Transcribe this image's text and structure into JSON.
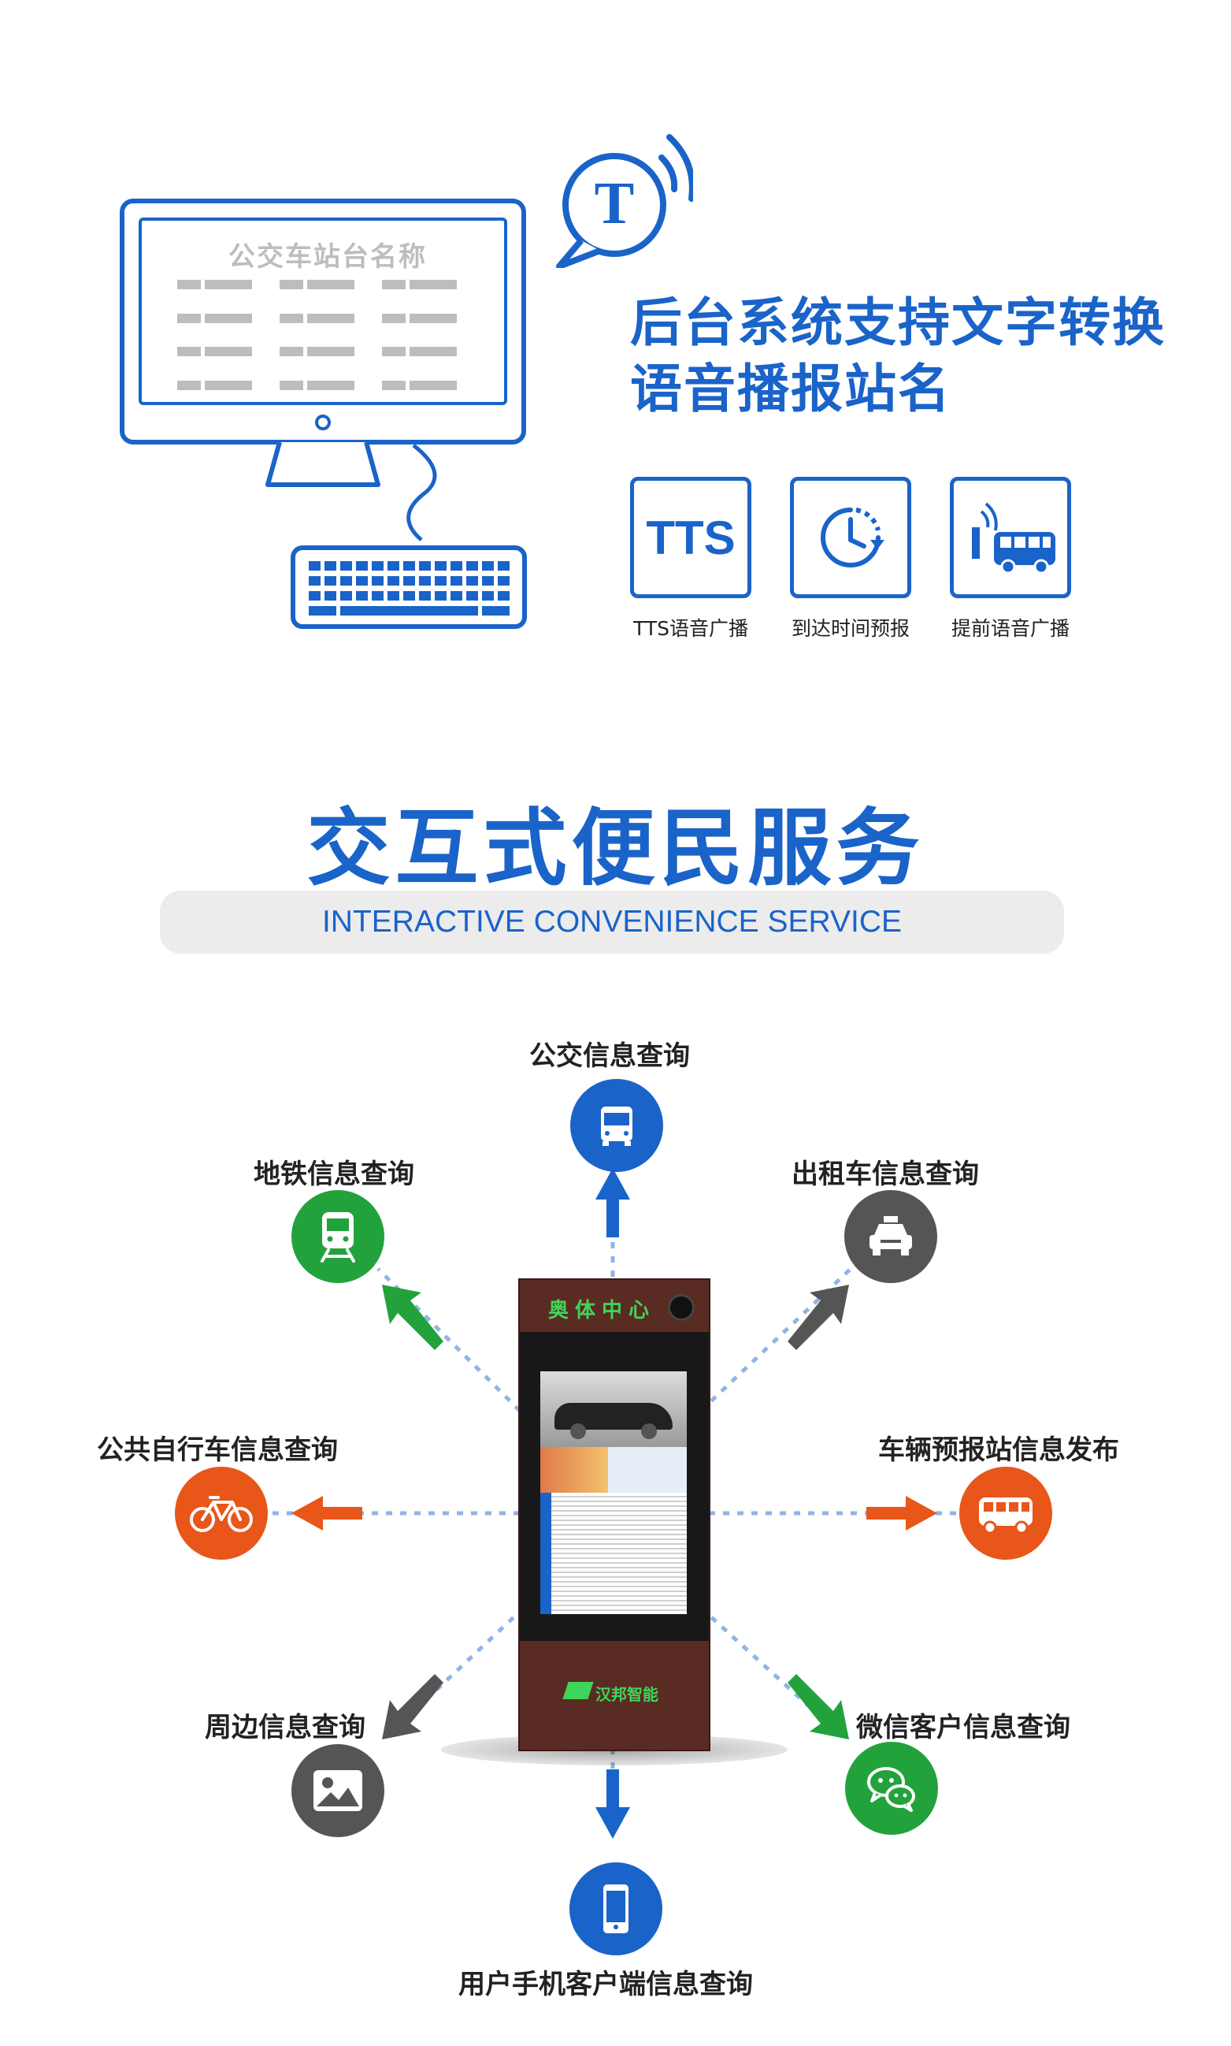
{
  "tts": {
    "monitor_title": "公交车站台名称",
    "headline_line1": "后台系统支持文字转换",
    "headline_line2": "语音播报站名",
    "bubble_letter": "T",
    "features": [
      {
        "badge": "TTS",
        "label": "TTS语音广播",
        "icon": "tts-text-icon"
      },
      {
        "label": "到达时间预报",
        "icon": "clock-icon"
      },
      {
        "label": "提前语音广播",
        "icon": "bus-broadcast-icon"
      }
    ]
  },
  "interactive": {
    "title": "交互式便民服务",
    "subtitle": "INTERACTIVE CONVENIENCE SERVICE",
    "kiosk": {
      "station": "奥体中心",
      "brand": "汉邦智能"
    },
    "services": [
      {
        "label": "公交信息查询",
        "icon": "bus-icon",
        "color": "#1a63c9"
      },
      {
        "label": "出租车信息查询",
        "icon": "taxi-icon",
        "color": "#555555"
      },
      {
        "label": "车辆预报站信息发布",
        "icon": "bus-side-icon",
        "color": "#e8561a"
      },
      {
        "label": "微信客户信息查询",
        "icon": "wechat-icon",
        "color": "#22a23b"
      },
      {
        "label": "用户手机客户端信息查询",
        "icon": "phone-icon",
        "color": "#1a63c9"
      },
      {
        "label": "周边信息查询",
        "icon": "picture-icon",
        "color": "#555555"
      },
      {
        "label": "公共自行车信息查询",
        "icon": "bicycle-icon",
        "color": "#e8561a"
      },
      {
        "label": "地铁信息查询",
        "icon": "subway-icon",
        "color": "#22a23b"
      }
    ]
  }
}
